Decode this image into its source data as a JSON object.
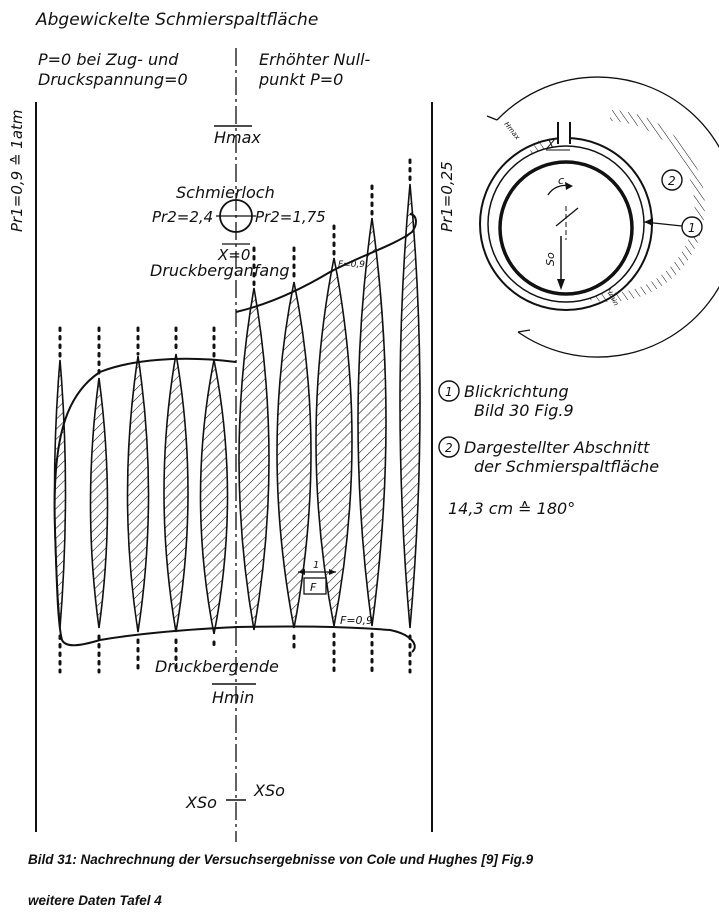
{
  "figure": {
    "title": "Abgewickelte Schmierspaltfläche",
    "left_note_line1": "P=0 bei Zug- und",
    "left_note_line2": "Druckspannung=0",
    "right_note_line1": "Erhöhter Null-",
    "right_note_line2": "punkt P=0",
    "hmax": "Hmax",
    "hmin": "Hmin",
    "pr1_left": "Pr1=0,9 ≙ 1atm",
    "pr1_right": "Pr1=0,25",
    "schmierloch": "Schmierloch",
    "pr2_left": "Pr2=2,4",
    "pr2_right": "Pr2=1,75",
    "x0": "X=0",
    "druckberganfang": "Druckberganfang",
    "druckbergende": "Druckbergende",
    "f_top": "F=0,9",
    "f_bottom": "F=0,9",
    "scale_one": "1",
    "scale_f": "F",
    "xso_left": "XSo",
    "xso_right": "XSo",
    "circle_c": "c",
    "circle_so": "So",
    "circle_x": "X",
    "circle_hmax": "Hmax",
    "circle_hmin": "Hmin",
    "marker_1": "1",
    "marker_2": "2"
  },
  "legend": {
    "item1_num": "1",
    "item1_line1": "Blickrichtung",
    "item1_line2": "Bild 30 Fig.9",
    "item2_num": "2",
    "item2_line1": "Dargestellter Abschnitt",
    "item2_line2": "der Schmierspaltfläche",
    "scale": "14,3 cm ≙ 180°"
  },
  "caption": {
    "line1": "Bild 31: Nachrechnung der Versuchsergebnisse von Cole und Hughes [9] Fig.9",
    "line2": "weitere Daten Tafel 4"
  }
}
